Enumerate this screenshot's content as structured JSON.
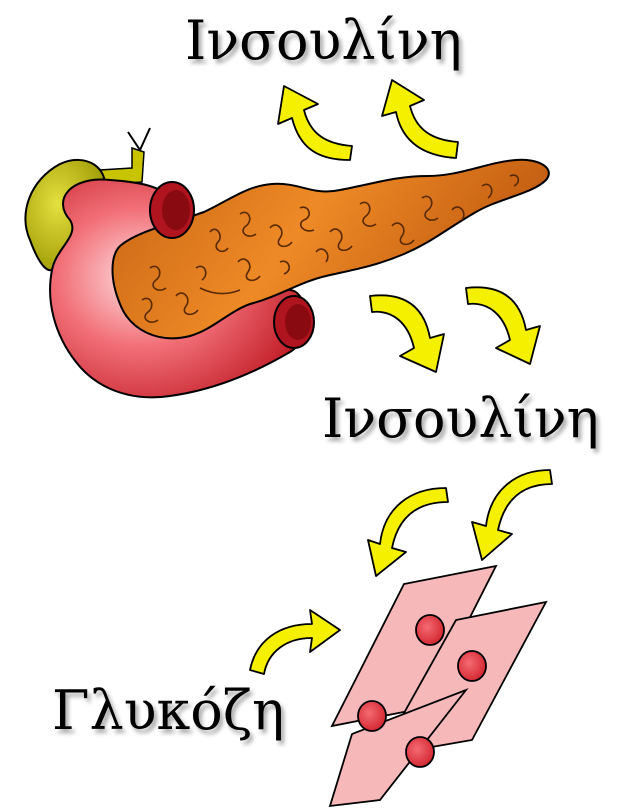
{
  "labels": {
    "insulin_top": "Ινσουλίνη",
    "insulin_middle": "Ινσουλίνη",
    "glucose": "Γλυκόζη"
  },
  "colors": {
    "pancreas": "#e07818",
    "pancreas_dark": "#b85a10",
    "duodenum": "#e8323c",
    "duodenum_light": "#f4a0a6",
    "gallbladder": "#c8c400",
    "arrow": "#f4f000",
    "cell_fill": "#f4b4b4",
    "nucleus": "#e83c46"
  },
  "icons": {
    "pancreas": "pancreas-illustration",
    "arrows": "curved-arrow-icon",
    "cells": "muscle-cell-illustration"
  }
}
